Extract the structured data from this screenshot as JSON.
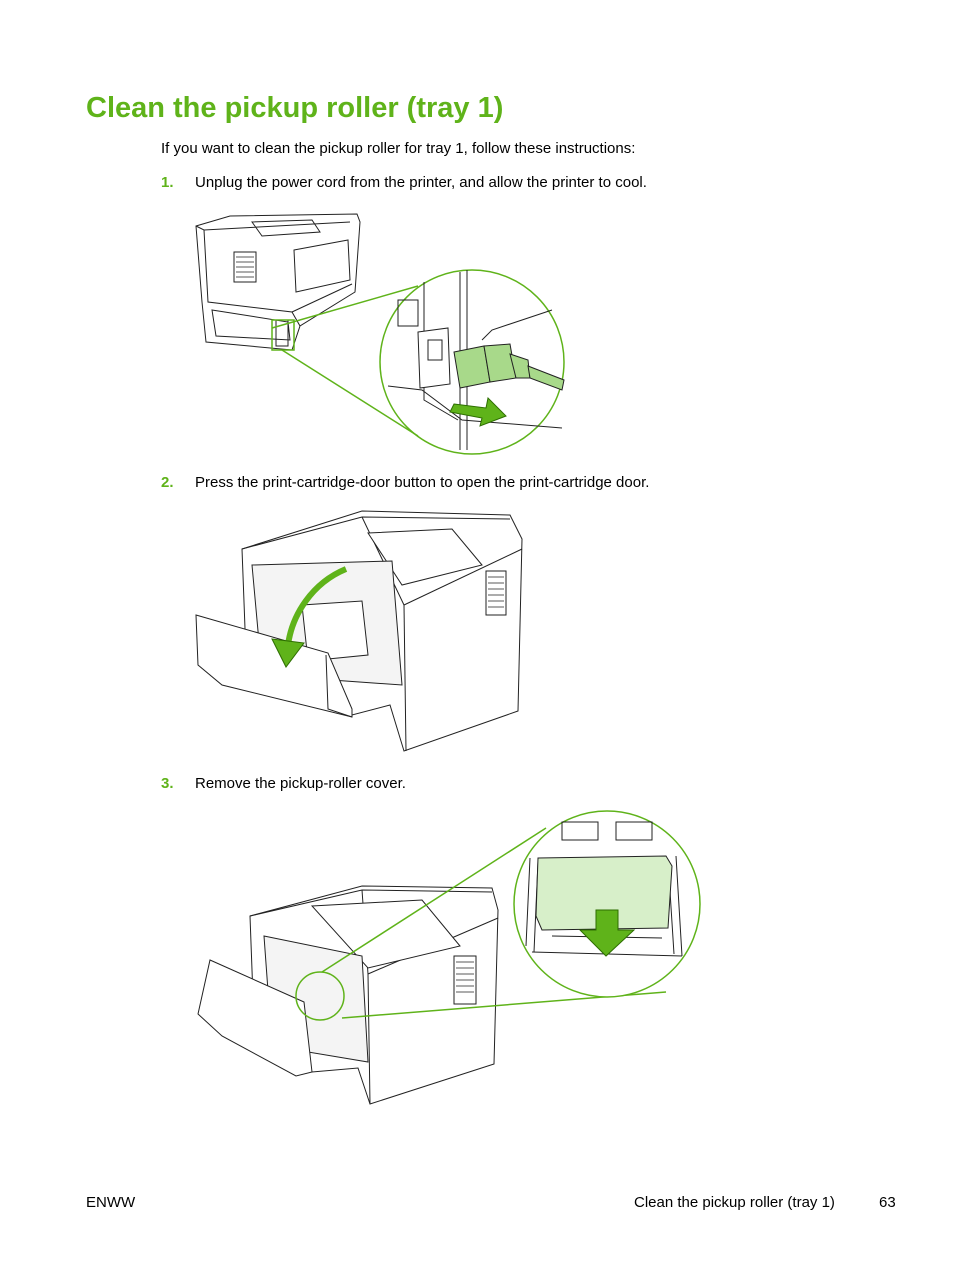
{
  "page": {
    "title": "Clean the pickup roller (tray 1)",
    "intro": "If you want to clean the pickup roller for tray 1, follow these instructions:",
    "steps": [
      {
        "num": "1.",
        "text": "Unplug the power cord from the printer, and allow the printer to cool."
      },
      {
        "num": "2.",
        "text": "Press the print-cartridge-door button to open the print-cartridge door."
      },
      {
        "num": "3.",
        "text": "Remove the pickup-roller cover."
      }
    ],
    "footer": {
      "left": "ENWW",
      "section": "Clean the pickup roller (tray 1)",
      "page_number": "63"
    }
  },
  "colors": {
    "accent": "#5fb31a",
    "highlight_fill": "#a8d98a",
    "highlight_light": "#d7efc9"
  }
}
